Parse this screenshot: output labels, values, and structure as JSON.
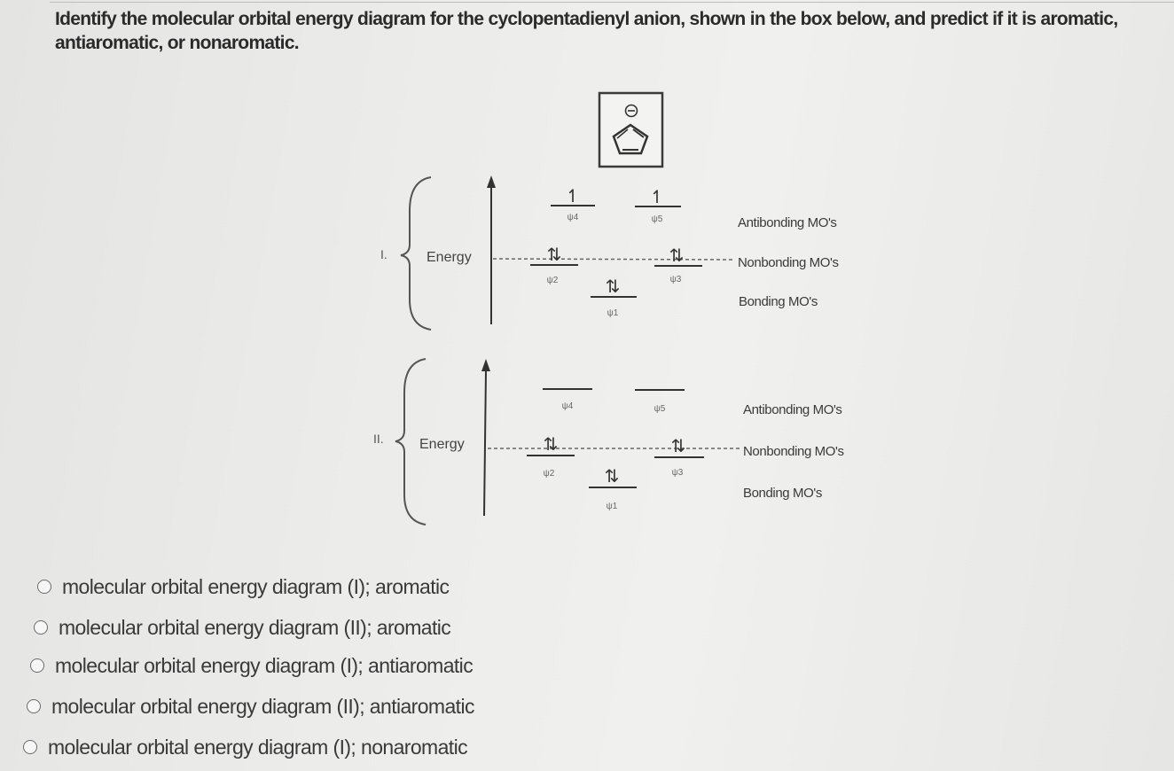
{
  "question": {
    "line1": "Identify the molecular orbital energy diagram for the cyclopentadienyl anion, shown in the box below, and predict if it is aromatic,",
    "line2": "antiaromatic, or nonaromatic."
  },
  "structure_box": {
    "charge": "⊖"
  },
  "diagrams": [
    {
      "roman": "I.",
      "axis_label": "Energy",
      "antibonding_label": "Antibonding MO's",
      "nonbonding_label": "Nonbonding MO's",
      "bonding_label": "Bonding MO's",
      "orbitals": [
        {
          "name": "ψ4",
          "electrons": "↿"
        },
        {
          "name": "ψ5",
          "electrons": "↿"
        },
        {
          "name": "ψ2",
          "electrons": "⇅"
        },
        {
          "name": "ψ3",
          "electrons": "⇅"
        },
        {
          "name": "ψ1",
          "electrons": "⇅"
        }
      ]
    },
    {
      "roman": "II.",
      "axis_label": "Energy",
      "antibonding_label": "Antibonding MO's",
      "nonbonding_label": "Nonbonding MO's",
      "bonding_label": "Bonding MO's",
      "orbitals": [
        {
          "name": "ψ4",
          "electrons": ""
        },
        {
          "name": "ψ5",
          "electrons": ""
        },
        {
          "name": "ψ2",
          "electrons": "⇅"
        },
        {
          "name": "ψ3",
          "electrons": "⇅"
        },
        {
          "name": "ψ1",
          "electrons": "⇅"
        }
      ]
    }
  ],
  "options": [
    {
      "label": "molecular orbital energy diagram (I); aromatic"
    },
    {
      "label": "molecular orbital energy diagram (II); aromatic"
    },
    {
      "label": "molecular orbital energy diagram (I); antiaromatic"
    },
    {
      "label": "molecular orbital energy diagram (II); antiaromatic"
    },
    {
      "label": "molecular orbital energy diagram (I); nonaromatic"
    }
  ]
}
